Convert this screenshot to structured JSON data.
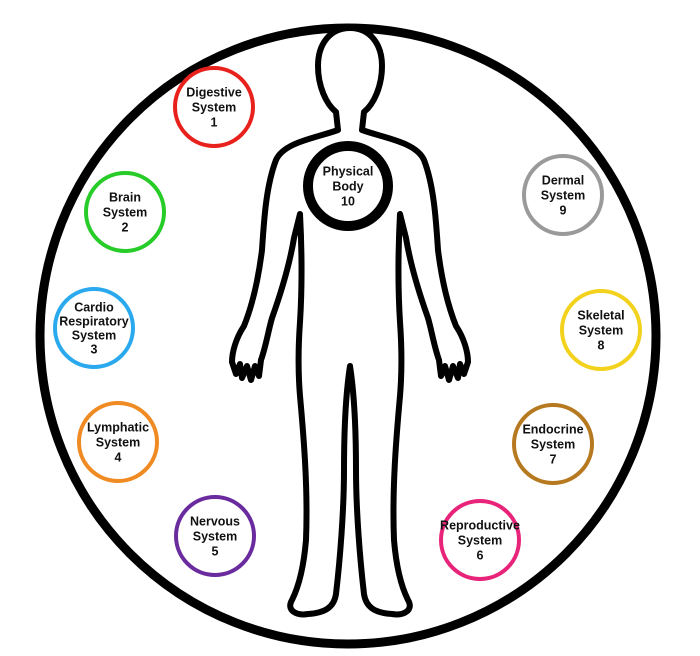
{
  "colors": {
    "outer_ring": "#000000",
    "body_outline": "#000000",
    "physical_ring": "#000000",
    "label_text": "#111111"
  },
  "systems": [
    {
      "id": "digestive",
      "lines": [
        "Digestive",
        "System",
        "1"
      ],
      "color": "#e8211c"
    },
    {
      "id": "brain",
      "lines": [
        "Brain",
        "System",
        "2"
      ],
      "color": "#28cc28"
    },
    {
      "id": "cardio",
      "lines": [
        "Cardio",
        "Respiratory",
        "System",
        "3"
      ],
      "color": "#2aa9ee"
    },
    {
      "id": "lymphatic",
      "lines": [
        "Lymphatic",
        "System",
        "4"
      ],
      "color": "#f08a22"
    },
    {
      "id": "nervous",
      "lines": [
        "Nervous",
        "System",
        "5"
      ],
      "color": "#6a2b9e"
    },
    {
      "id": "reproductive",
      "lines": [
        "Reproductive",
        "System",
        "6"
      ],
      "color": "#e8247a"
    },
    {
      "id": "endocrine",
      "lines": [
        "Endocrine",
        "System",
        "7"
      ],
      "color": "#b7791f"
    },
    {
      "id": "skeletal",
      "lines": [
        "Skeletal",
        "System",
        "8"
      ],
      "color": "#f2d21c"
    },
    {
      "id": "dermal",
      "lines": [
        "Dermal",
        "System",
        "9"
      ],
      "color": "#9a9a9a"
    }
  ],
  "center": {
    "lines": [
      "Physical",
      "Body",
      "10"
    ],
    "color": "#000000"
  }
}
